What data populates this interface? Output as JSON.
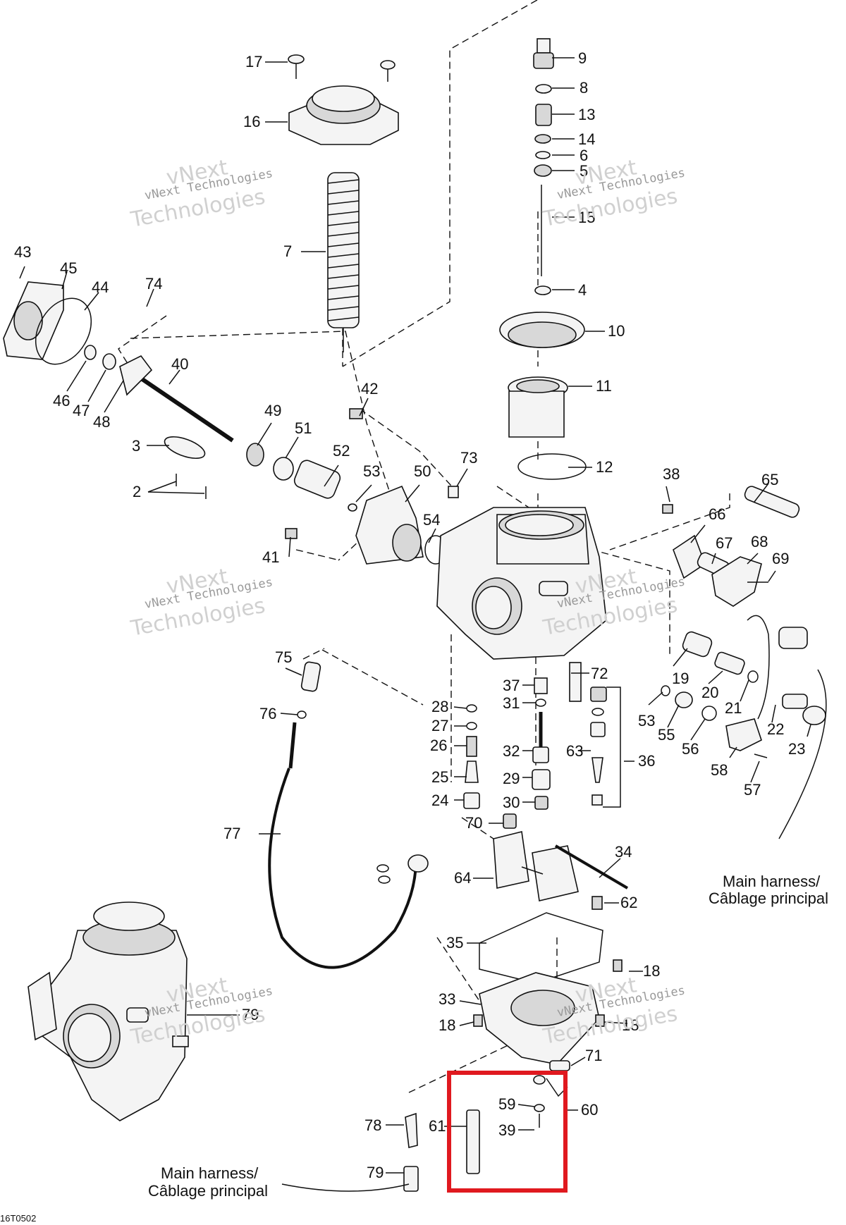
{
  "diagram": {
    "drawing_code": "16T0502",
    "highlight_color": "#e0191f",
    "harness_labels": [
      {
        "line1": "Main harness/",
        "line2": "Câblage principal"
      },
      {
        "line1": "Main harness/",
        "line2": "Câblage principal"
      }
    ],
    "watermark": {
      "line1": "vNext Technologies",
      "line2": "Technologies",
      "line0": "vNext"
    },
    "callouts": [
      "17",
      "9",
      "8",
      "16",
      "13",
      "14",
      "6",
      "5",
      "15",
      "7",
      "4",
      "43",
      "45",
      "44",
      "74",
      "10",
      "40",
      "46",
      "47",
      "48",
      "11",
      "42",
      "49",
      "51",
      "3",
      "52",
      "53",
      "50",
      "73",
      "12",
      "38",
      "65",
      "2",
      "54",
      "66",
      "67",
      "68",
      "41",
      "69",
      "75",
      "37",
      "72",
      "19",
      "20",
      "28",
      "31",
      "21",
      "76",
      "27",
      "22",
      "26",
      "32",
      "63",
      "36",
      "53",
      "55",
      "56",
      "23",
      "25",
      "29",
      "58",
      "57",
      "24",
      "30",
      "70",
      "77",
      "34",
      "64",
      "62",
      "35",
      "18",
      "33",
      "18",
      "18",
      "71",
      "79",
      "59",
      "60",
      "78",
      "61",
      "39",
      "79"
    ]
  }
}
